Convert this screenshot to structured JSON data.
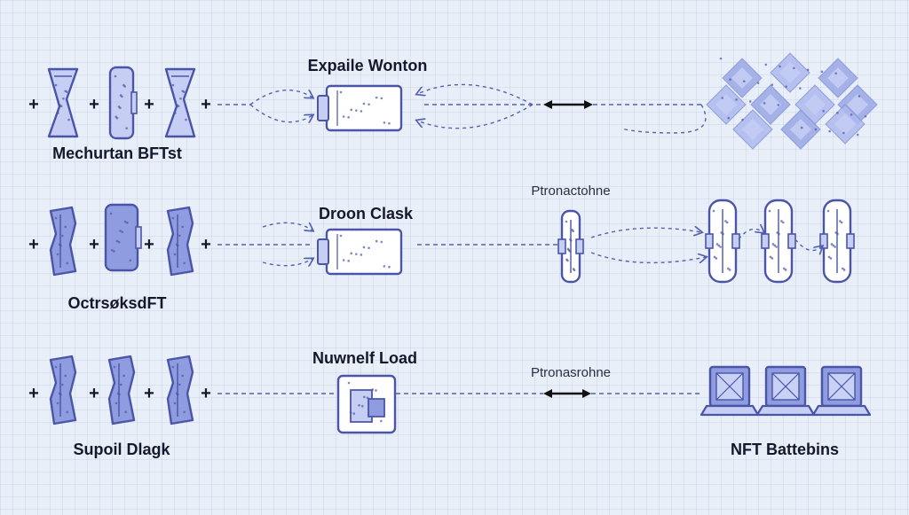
{
  "colors": {
    "stroke": "#4a55a8",
    "fill": "#c6cff3",
    "fill_dark": "#8f9de0",
    "dash": "#5561b0",
    "text": "#15182a",
    "background": "#e9eff8"
  },
  "rows": [
    {
      "source_label": "Mechurtan BFTst",
      "process_label": "Expaile Wonton",
      "link_label": "",
      "output_label": ""
    },
    {
      "source_label": "OctrsøksdFT",
      "process_label": "Droon Clask",
      "link_label": "Ptronactohne",
      "output_label": ""
    },
    {
      "source_label": "Supoil Dlagk",
      "process_label": "Nuwnelf Load",
      "link_label": "Ptronasrohne",
      "output_label": "NFT Battebins"
    }
  ],
  "plus_symbol": "+",
  "icons": {
    "source_block": "hourglass-block-icon",
    "process_module": "module-box-icon",
    "document": "document-box-icon",
    "double_arrow": "double-arrow-icon",
    "token_cluster": "token-cluster-icon",
    "capsule": "capsule-icon",
    "monitor": "monitor-icon"
  }
}
